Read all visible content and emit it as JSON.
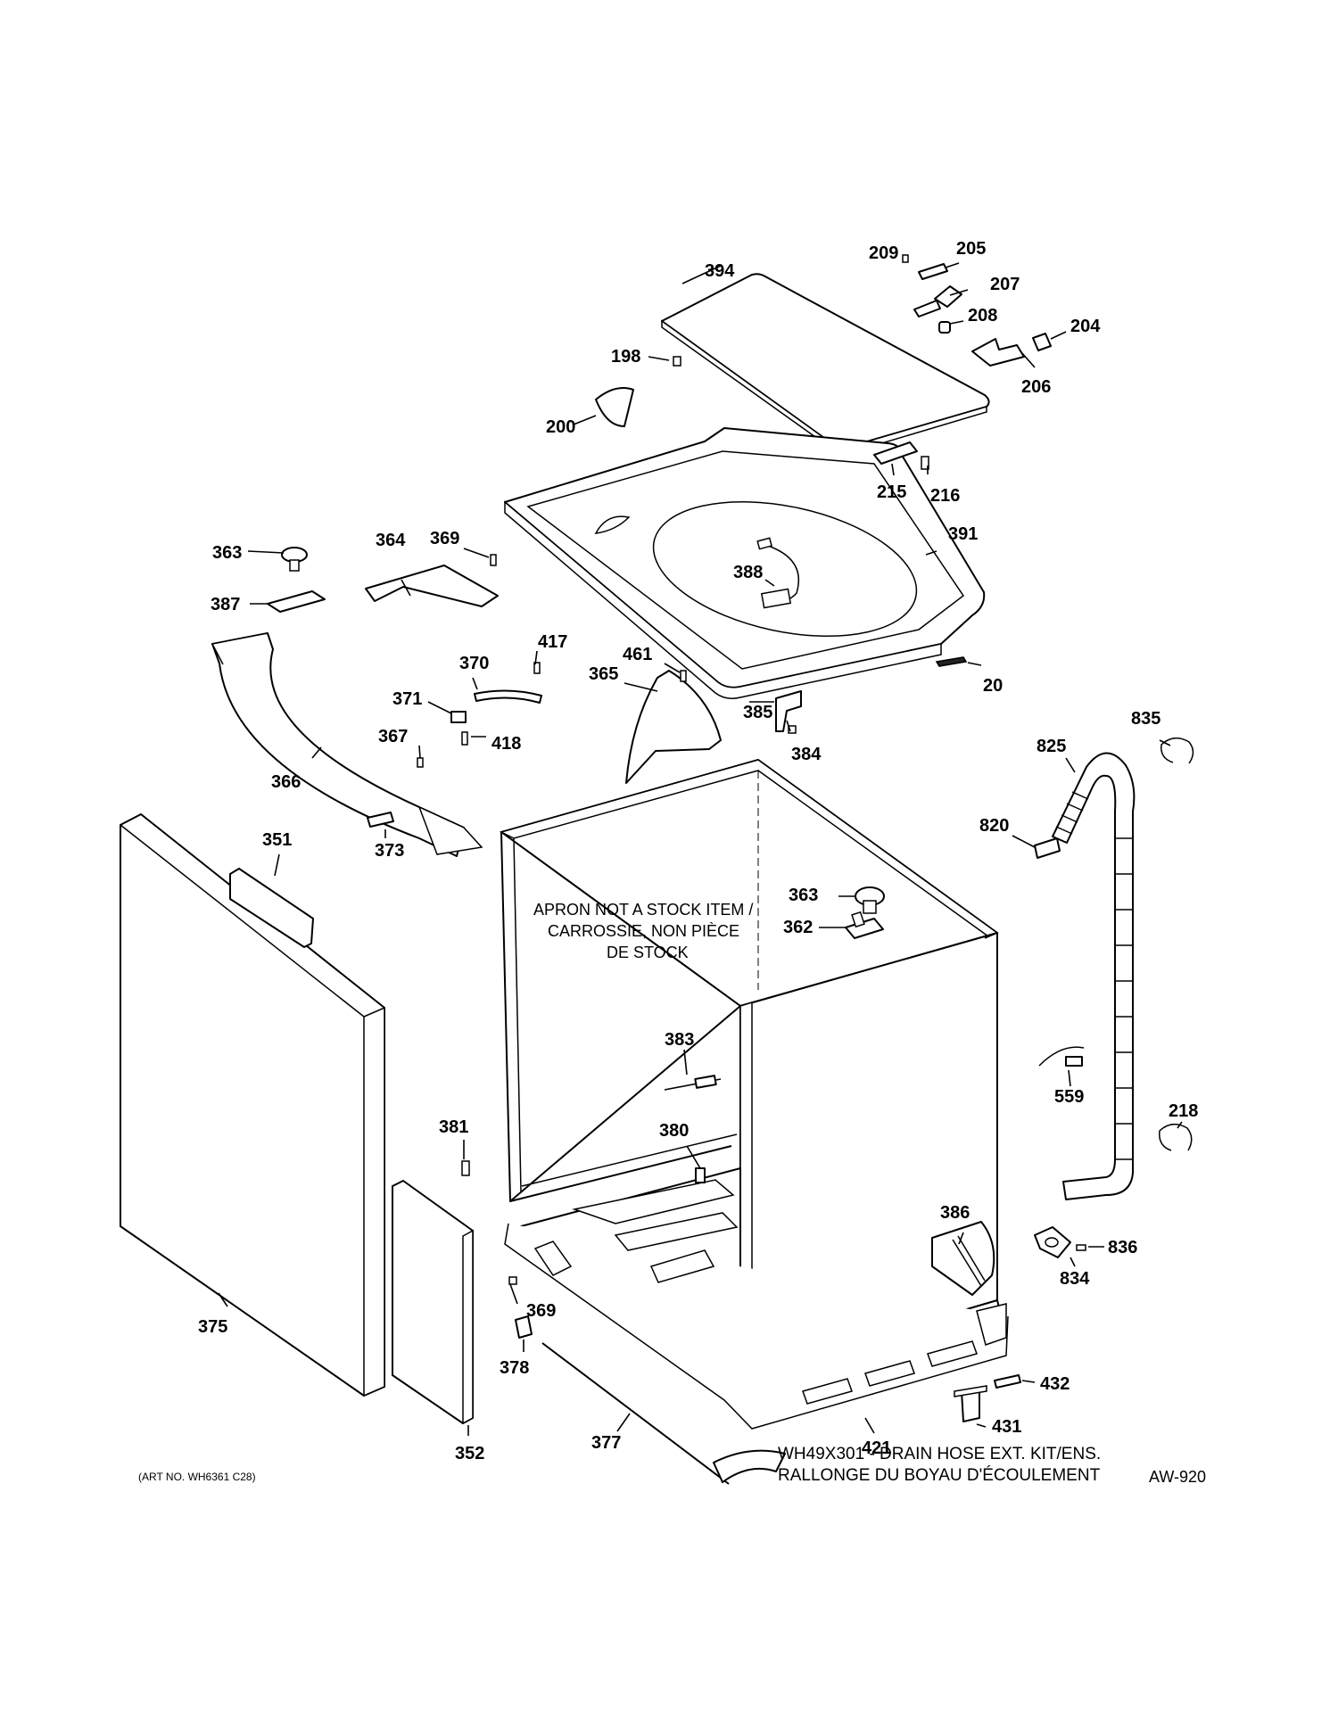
{
  "callouts": {
    "c205": "205",
    "c209": "209",
    "c207": "207",
    "c208": "208",
    "c204": "204",
    "c206": "206",
    "c394": "394",
    "c198": "198",
    "c200": "200",
    "c215": "215",
    "c216": "216",
    "c391": "391",
    "c388": "388",
    "c20": "20",
    "c363a": "363",
    "c364": "364",
    "c369a": "369",
    "c387": "387",
    "c370": "370",
    "c417": "417",
    "c371": "371",
    "c367": "367",
    "c418": "418",
    "c366": "366",
    "c373": "373",
    "c461": "461",
    "c365": "365",
    "c385": "385",
    "c384": "384",
    "c351": "351",
    "c375": "375",
    "c352": "352",
    "c363b": "363",
    "c362": "362",
    "c383": "383",
    "c380": "380",
    "c381": "381",
    "c369b": "369",
    "c378": "378",
    "c377": "377",
    "c421": "421",
    "c431": "431",
    "c432": "432",
    "c386": "386",
    "c834": "834",
    "c836": "836",
    "c825": "825",
    "c835": "835",
    "c820": "820",
    "c559": "559",
    "c218": "218"
  },
  "notes": {
    "apron_line1": "APRON NOT A STOCK ITEM /",
    "apron_line2": "CARROSSIE, NON PIÈCE",
    "apron_line3": "DE STOCK",
    "drain_line1": "WH49X301 - DRAIN HOSE EXT. KIT/ENS.",
    "drain_line2": "RALLONGE DU BOYAU D'ÉCOULEMENT",
    "art_no": "(ART NO. WH6361 C28)",
    "figure_id": "AW-920"
  }
}
